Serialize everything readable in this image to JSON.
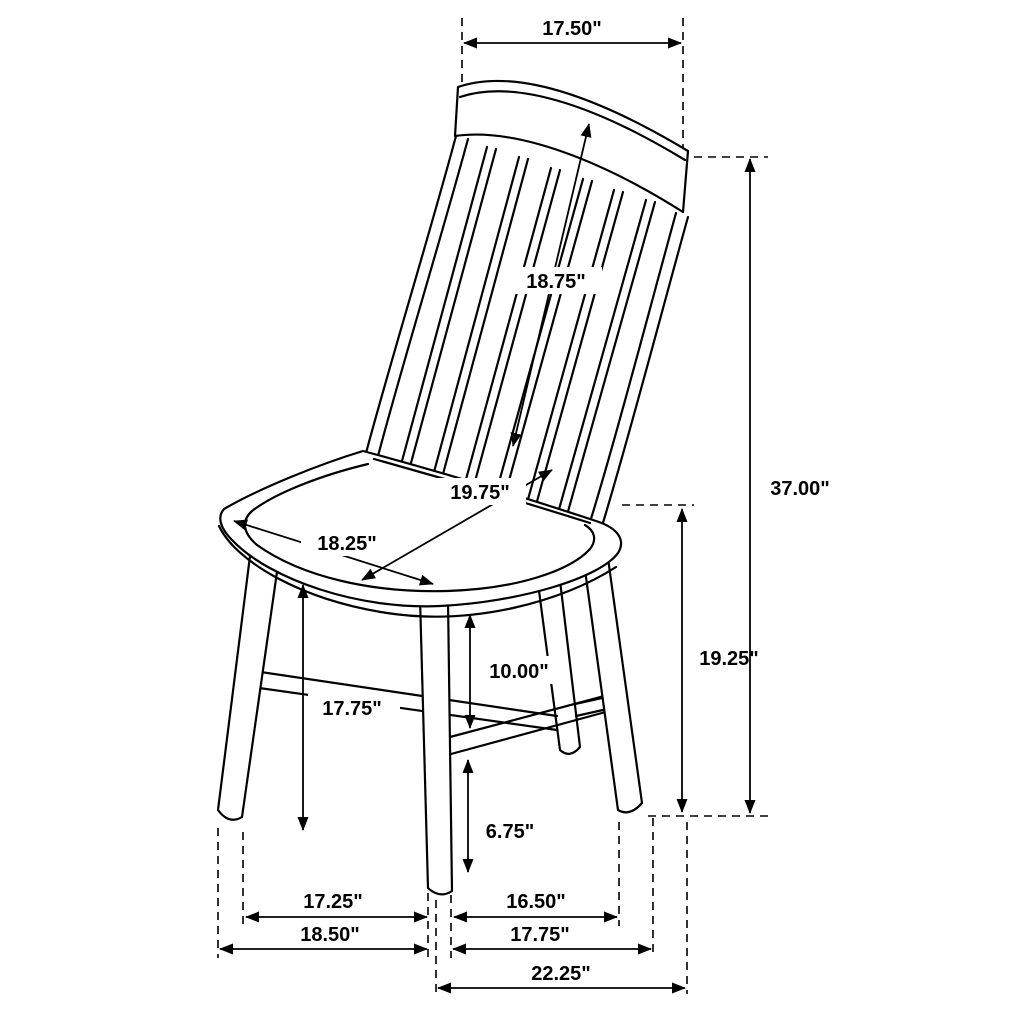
{
  "diagram": {
    "kind": "product-dimension-drawing",
    "units": "inches",
    "colors": {
      "background": "#ffffff",
      "line": "#000000",
      "text": "#000000"
    },
    "labels": {
      "top_width": "17.50\"",
      "backrest_length": "18.75\"",
      "overall_height": "37.00\"",
      "seat_diagonal_depth": "19.75\"",
      "seat_front_width": "18.25\"",
      "floor_to_seat_back": "19.25\"",
      "floor_to_seat_front": "17.75\"",
      "seat_to_stretcher": "10.00\"",
      "floor_to_stretcher": "6.75\"",
      "front_feet_inner_span": "17.25\"",
      "side_feet_inner_span": "16.50\"",
      "front_feet_outer_span": "18.50\"",
      "side_feet_outer_span": "17.75\"",
      "overall_depth": "22.25\""
    }
  }
}
